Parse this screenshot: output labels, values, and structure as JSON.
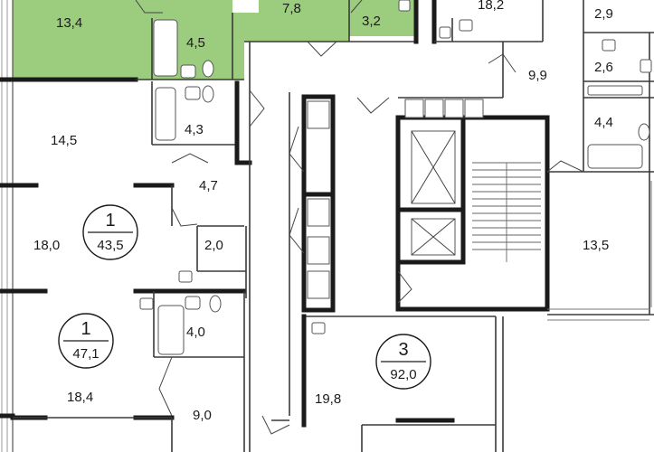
{
  "highlight_color": "#9ccd7e",
  "wall_color": "#1a1a1a",
  "room_areas": [
    {
      "id": "a1",
      "value": "13,4"
    },
    {
      "id": "a2",
      "value": "7,8"
    },
    {
      "id": "a3",
      "value": "4,5"
    },
    {
      "id": "a4",
      "value": "3,2"
    },
    {
      "id": "a5",
      "value": "18,2"
    },
    {
      "id": "a6",
      "value": "2,9"
    },
    {
      "id": "a7",
      "value": "2,6"
    },
    {
      "id": "a8",
      "value": "9,9"
    },
    {
      "id": "a9",
      "value": "4,4"
    },
    {
      "id": "a10",
      "value": "14,5"
    },
    {
      "id": "a11",
      "value": "4,3"
    },
    {
      "id": "a12",
      "value": "4,7"
    },
    {
      "id": "a13",
      "value": "18,0"
    },
    {
      "id": "a14",
      "value": "2,0"
    },
    {
      "id": "a15",
      "value": "13,5"
    },
    {
      "id": "a16",
      "value": "4,0"
    },
    {
      "id": "a17",
      "value": "18,4"
    },
    {
      "id": "a18",
      "value": "9,0"
    },
    {
      "id": "a19",
      "value": "19,8"
    }
  ],
  "apartments": [
    {
      "id": "apt1",
      "rooms": "1",
      "area": "43,5"
    },
    {
      "id": "apt2",
      "rooms": "1",
      "area": "47,1"
    },
    {
      "id": "apt3",
      "rooms": "3",
      "area": "92,0"
    }
  ]
}
